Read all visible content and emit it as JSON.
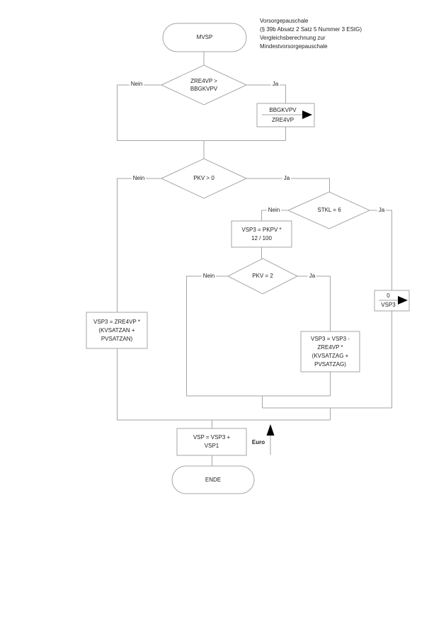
{
  "annotation": {
    "lines": [
      "Vorsorgepauschale",
      "(§ 39b Absatz 2 Satz 5 Nummer 3 EStG)",
      "Vergleichsberechnung zur",
      "Mindestvorsorgepauschale"
    ]
  },
  "nodes": {
    "mvsp": {
      "label": "MVSP"
    },
    "d_zre4vp": {
      "line1": "ZRE4VP >",
      "line2": "BBGKVPV"
    },
    "assign_bbgkvpv": {
      "value": "BBGKVPV",
      "target": "ZRE4VP"
    },
    "d_pkv0": {
      "label": "PKV > 0"
    },
    "d_stkl6": {
      "label": "STKL = 6"
    },
    "p_pkpv": {
      "line1": "VSP3 = PKPV *",
      "line2": "12 / 100"
    },
    "d_pkv2": {
      "label": "PKV = 2"
    },
    "assign_zero": {
      "value": "0",
      "target": "VSP3"
    },
    "p_an": {
      "line1": "VSP3 = ZRE4VP *",
      "line2": "(KVSATZAN +",
      "line3": "PVSATZAN)"
    },
    "p_ag": {
      "line1": "VSP3 = VSP3 -",
      "line2": "ZRE4VP *",
      "line3": "(KVSATZAG +",
      "line4": "PVSATZAG)"
    },
    "p_vsp": {
      "line1": "VSP = VSP3 +",
      "line2": "VSP1"
    },
    "ende": {
      "label": "ENDE"
    }
  },
  "branches": {
    "zre4vp": {
      "no": "Nein",
      "yes": "Ja"
    },
    "pkv0": {
      "no": "Nein",
      "yes": "Ja"
    },
    "stkl6": {
      "no": "Nein",
      "yes": "Ja"
    },
    "pkv2": {
      "no": "Nein",
      "yes": "Ja"
    }
  },
  "euro_label": "Euro",
  "colors": {
    "line": "#a6a6a6",
    "text": "#1f1f1f",
    "arrow": "#000000",
    "background": "#ffffff"
  }
}
